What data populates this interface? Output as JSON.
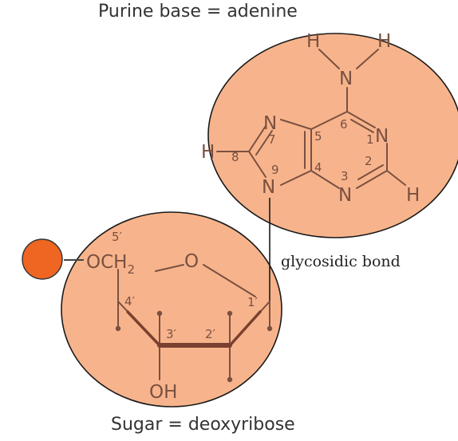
{
  "diagram": {
    "title": "Purine base = adenine",
    "caption": "Sugar = deoxyribose",
    "bond_label": "glycosidic bond",
    "colors": {
      "fill": "#f7b48c",
      "outline": "#1a1a1a",
      "phosphate": "#ee6622",
      "atoms": "#7a5040",
      "bonds": "#7a5040"
    },
    "base": {
      "atoms": {
        "h_amino_left": "H",
        "h_amino_right": "H",
        "n_amino": "N",
        "n7": "N",
        "n1": "N",
        "n9": "N",
        "n3": "N",
        "h8": "H",
        "h2": "H"
      },
      "positions": {
        "p7": "7",
        "p5": "5",
        "p6": "6",
        "p1": "1",
        "p8": "8",
        "p4": "4",
        "p2": "2",
        "p9": "9",
        "p3": "3"
      }
    },
    "sugar": {
      "atoms": {
        "och2_main": "OCH",
        "och2_sub": "2",
        "ring_o": "O",
        "oh": "OH"
      },
      "positions": {
        "c5": "5′",
        "c4": "4′",
        "c3": "3′",
        "c2": "2′",
        "c1": "1′"
      }
    }
  }
}
